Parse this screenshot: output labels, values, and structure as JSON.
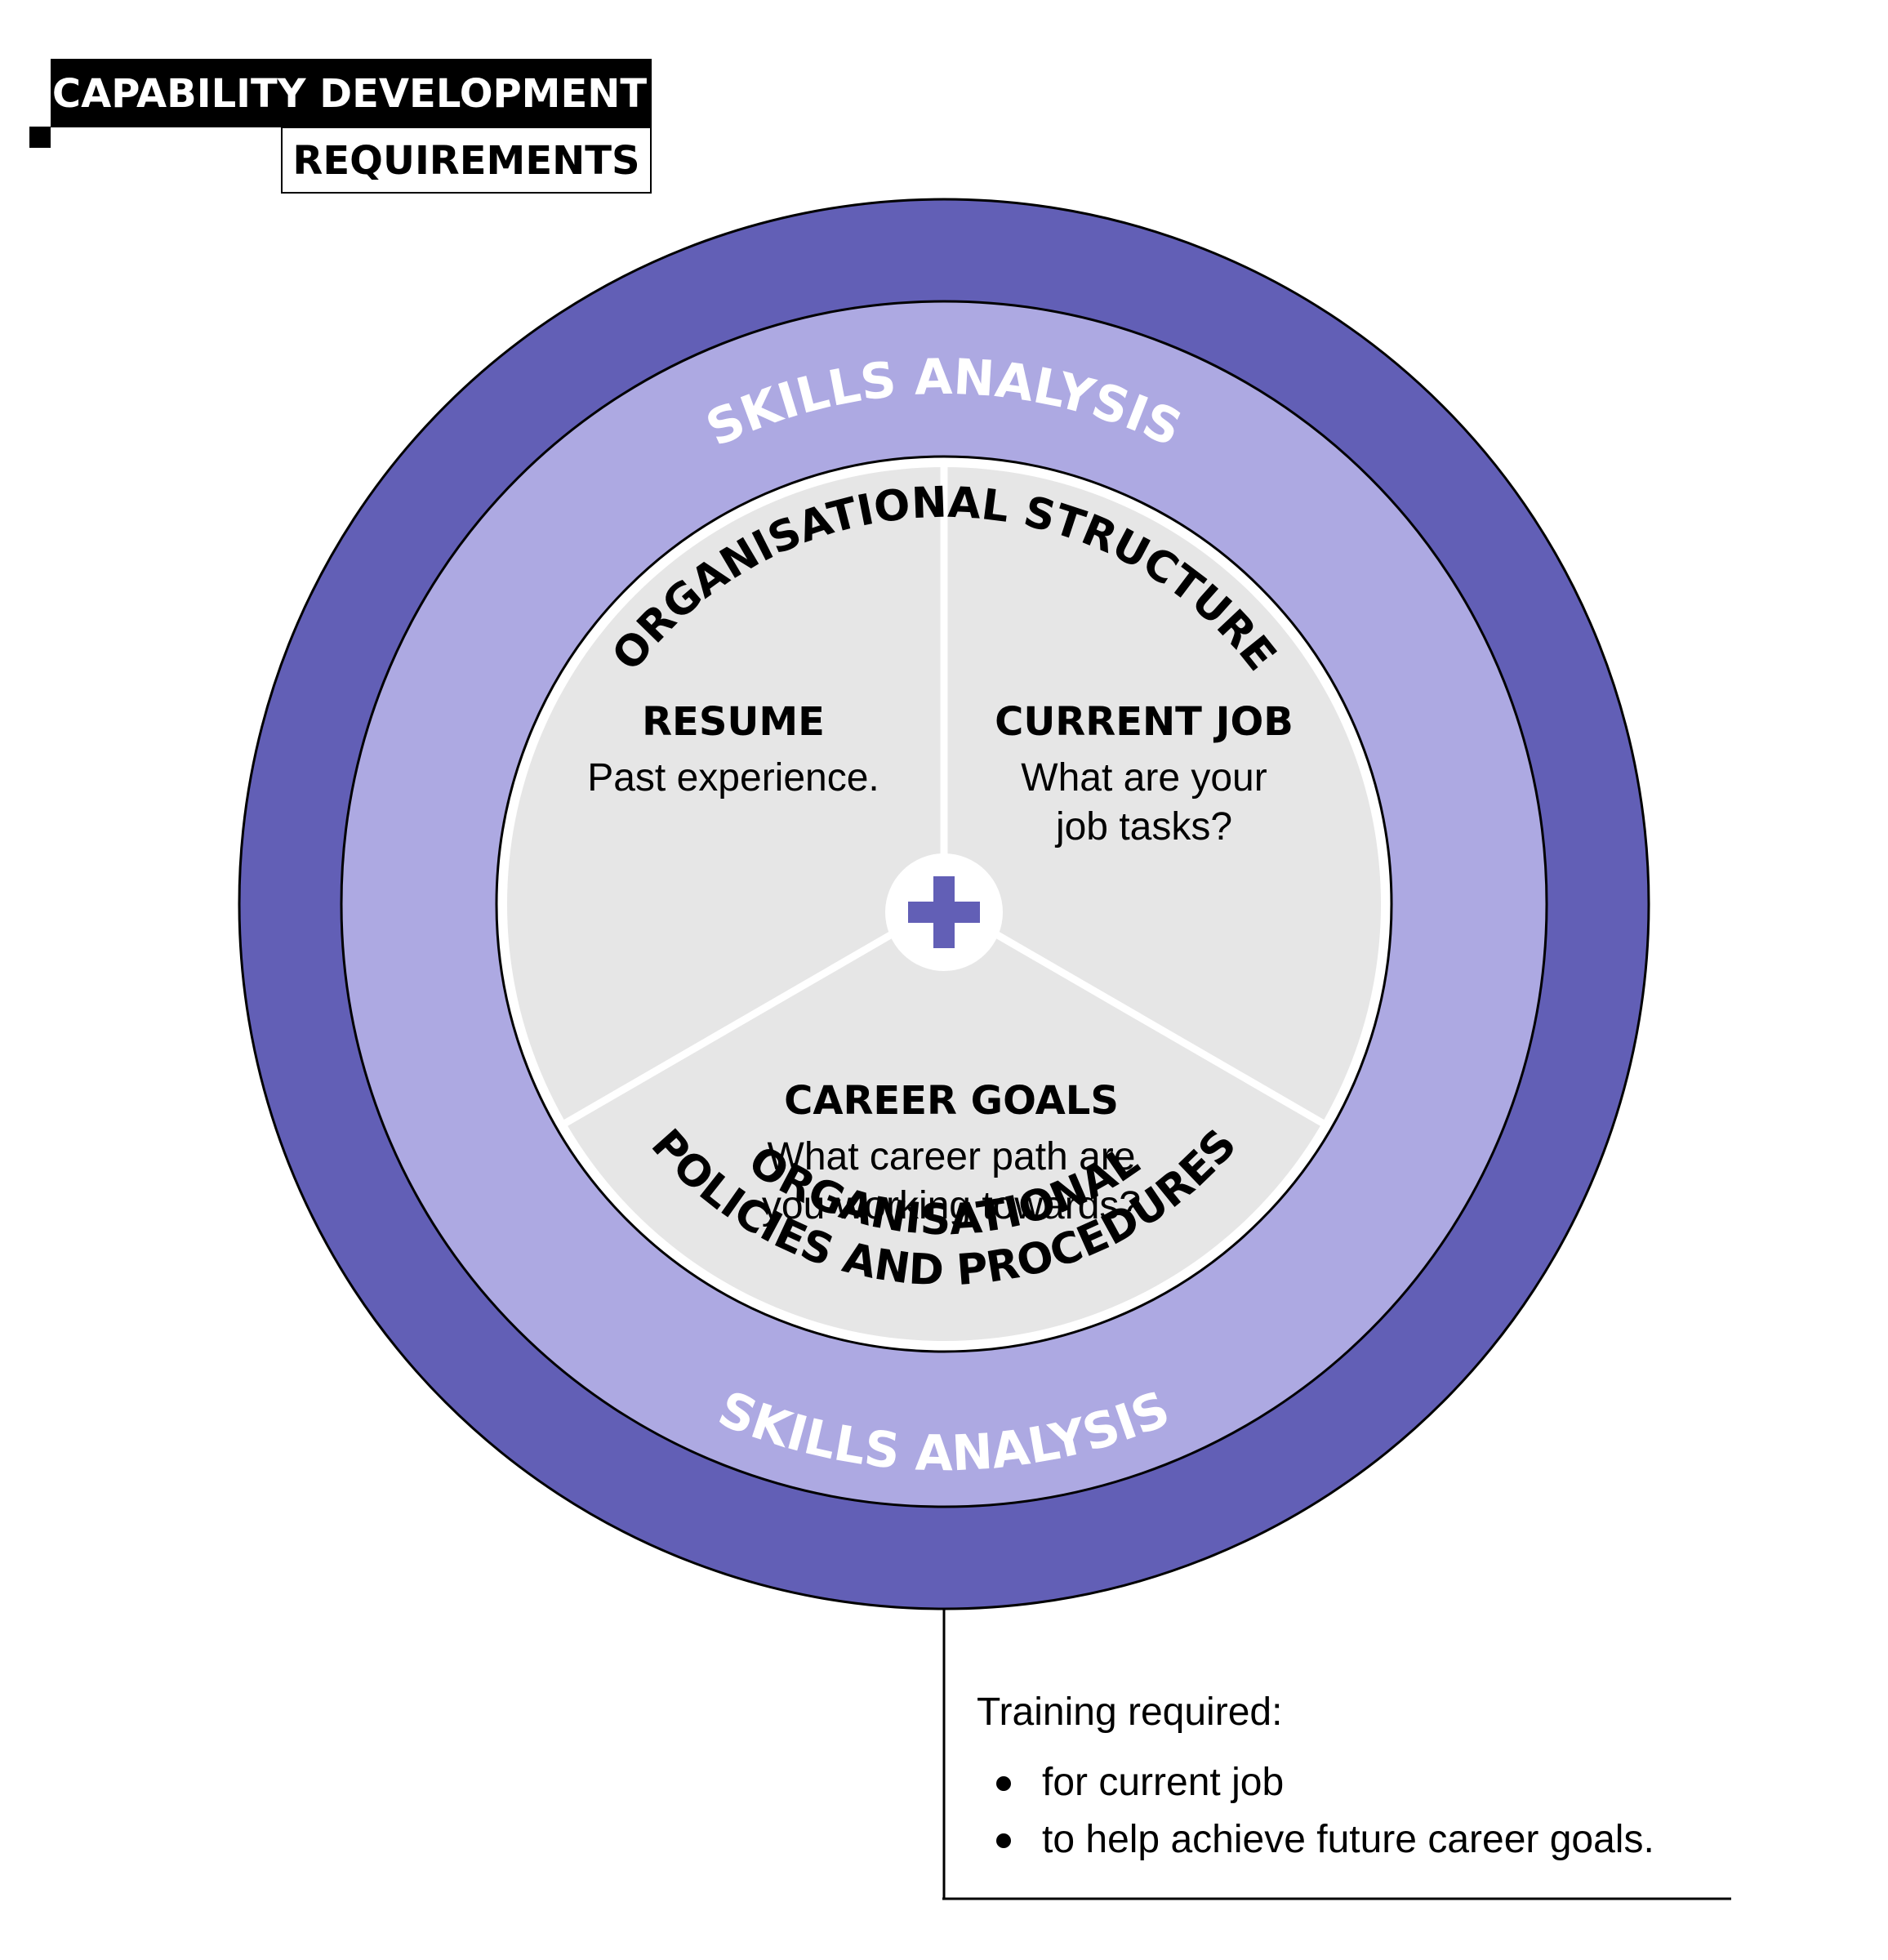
{
  "header": {
    "title": "CAPABILITY DEVELOPMENT",
    "subtitle": "REQUIREMENTS"
  },
  "colors": {
    "outer_ring": "#625FB6",
    "middle_ring": "#ADA9E2",
    "inner_disc": "#E6E6E6",
    "accent": "#625FB6",
    "ink": "#000000"
  },
  "rings": {
    "outer_label_top": "SKILLS ANALYSIS",
    "outer_label_bottom": "SKILLS ANALYSIS",
    "middle_label_top": "ORGANISATIONAL STRUCTURE",
    "middle_label_bottom_line1": "ORGANISATIONAL",
    "middle_label_bottom_line2": "POLICIES AND PROCEDURES"
  },
  "segments": {
    "resume": {
      "title": "RESUME",
      "line1": "Past experience."
    },
    "current_job": {
      "title": "CURRENT JOB",
      "line1": "What are your",
      "line2": "job tasks?"
    },
    "career_goals": {
      "title": "CAREER GOALS",
      "line1": "What career path are",
      "line2": "you working towards?"
    }
  },
  "center_icon": "plus-icon",
  "callout": {
    "heading": "Training required:",
    "items": [
      "for current job",
      "to help achieve future career goals."
    ]
  }
}
